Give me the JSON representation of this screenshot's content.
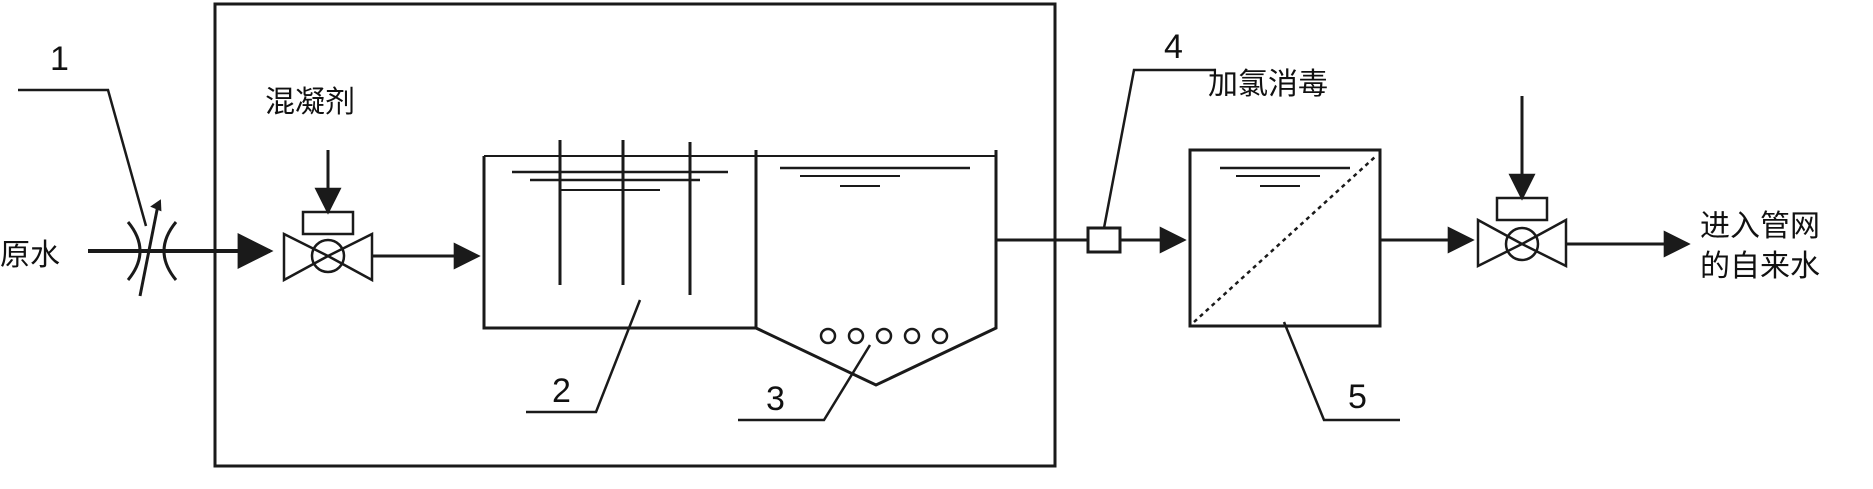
{
  "labels": {
    "raw_water": "原水",
    "coagulant": "混凝剂",
    "chlorination": "加氯消毒",
    "output_line1": "进入管网",
    "output_line2": "的自来水"
  },
  "callouts": {
    "n1": "1",
    "n2": "2",
    "n3": "3",
    "n4": "4",
    "n5": "5"
  },
  "colors": {
    "line": "#1a1a1a",
    "background": "#ffffff"
  }
}
